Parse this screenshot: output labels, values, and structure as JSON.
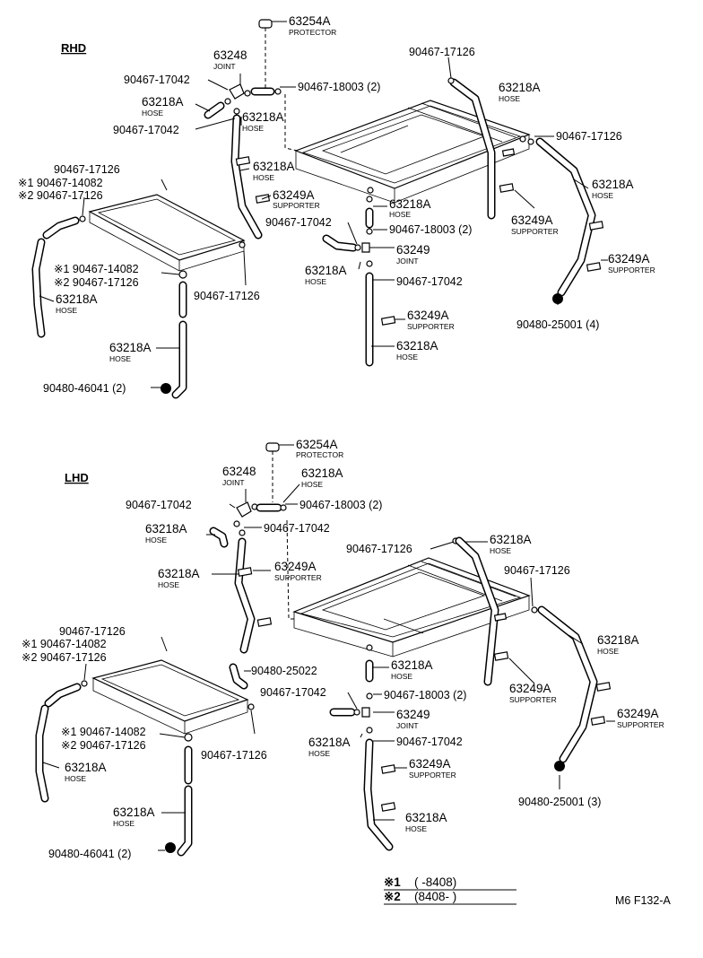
{
  "sections": {
    "rhd": "RHD",
    "lhd": "LHD"
  },
  "rhd_labels": [
    {
      "code": "63254A",
      "name": "PROTECTOR"
    },
    {
      "code": "63248",
      "name": "JOINT"
    },
    {
      "code": "90467-17042",
      "name": ""
    },
    {
      "code": "90467-18003 (2)",
      "name": ""
    },
    {
      "code": "63218A",
      "name": "HOSE"
    },
    {
      "code": "90467-17042",
      "name": ""
    },
    {
      "code": "63218A",
      "name": "HOSE"
    },
    {
      "code": "90467-17126",
      "name": ""
    },
    {
      "code": "63218A",
      "name": "HOSE"
    },
    {
      "code": "90467-17126",
      "name": ""
    },
    {
      "code": "90467-17126",
      "name": ""
    },
    {
      "code": "※1 90467-14082",
      "name": ""
    },
    {
      "code": "※2 90467-17126",
      "name": ""
    },
    {
      "code": "63218A",
      "name": "HOSE"
    },
    {
      "code": "63249A",
      "name": "SUPPORTER"
    },
    {
      "code": "63218A",
      "name": "HOSE"
    },
    {
      "code": "90467-17042",
      "name": ""
    },
    {
      "code": "90467-18003 (2)",
      "name": ""
    },
    {
      "code": "63249A",
      "name": "SUPPORTER"
    },
    {
      "code": "63249",
      "name": "JOINT"
    },
    {
      "code": "63218A",
      "name": "HOSE"
    },
    {
      "code": "63249A",
      "name": "SUPPORTER"
    },
    {
      "code": "※1 90467-14082",
      "name": ""
    },
    {
      "code": "※2 90467-17126",
      "name": ""
    },
    {
      "code": "90467-17126",
      "name": ""
    },
    {
      "code": "90467-17042",
      "name": ""
    },
    {
      "code": "63218A",
      "name": "HOSE"
    },
    {
      "code": "90480-25001 (4)",
      "name": ""
    },
    {
      "code": "63249A",
      "name": "SUPPORTER"
    },
    {
      "code": "63218A",
      "name": "HOSE"
    },
    {
      "code": "63218A",
      "name": "HOSE"
    },
    {
      "code": "90480-46041 (2)",
      "name": ""
    }
  ],
  "lhd_labels": [
    {
      "code": "63254A",
      "name": "PROTECTOR"
    },
    {
      "code": "63248",
      "name": "JOINT"
    },
    {
      "code": "63218A",
      "name": "HOSE"
    },
    {
      "code": "90467-17042",
      "name": ""
    },
    {
      "code": "90467-18003 (2)",
      "name": ""
    },
    {
      "code": "63218A",
      "name": "HOSE"
    },
    {
      "code": "90467-17042",
      "name": ""
    },
    {
      "code": "90467-17126",
      "name": ""
    },
    {
      "code": "63218A",
      "name": "HOSE"
    },
    {
      "code": "63218A",
      "name": "HOSE"
    },
    {
      "code": "63249A",
      "name": "SUPPORTER"
    },
    {
      "code": "90467-17126",
      "name": ""
    },
    {
      "code": "90467-17126",
      "name": ""
    },
    {
      "code": "※1 90467-14082",
      "name": ""
    },
    {
      "code": "※2 90467-17126",
      "name": ""
    },
    {
      "code": "90480-25022",
      "name": ""
    },
    {
      "code": "63218A",
      "name": "HOSE"
    },
    {
      "code": "90467-17042",
      "name": ""
    },
    {
      "code": "90467-18003 (2)",
      "name": ""
    },
    {
      "code": "63249A",
      "name": "SUPPORTER"
    },
    {
      "code": "63218A",
      "name": "HOSE"
    },
    {
      "code": "63249",
      "name": "JOINT"
    },
    {
      "code": "63249A",
      "name": "SUPPORTER"
    },
    {
      "code": "※1 90467-14082",
      "name": ""
    },
    {
      "code": "※2 90467-17126",
      "name": ""
    },
    {
      "code": "63218A",
      "name": "HOSE"
    },
    {
      "code": "90467-17126",
      "name": ""
    },
    {
      "code": "63218A",
      "name": "HOSE"
    },
    {
      "code": "90467-17042",
      "name": ""
    },
    {
      "code": "63249A",
      "name": "SUPPORTER"
    },
    {
      "code": "63218A",
      "name": "HOSE"
    },
    {
      "code": "90480-25001 (3)",
      "name": ""
    },
    {
      "code": "63218A",
      "name": "HOSE"
    },
    {
      "code": "63218A",
      "name": "HOSE"
    },
    {
      "code": "90480-46041 (2)",
      "name": ""
    }
  ],
  "footnotes": [
    {
      "mark": "※1",
      "range": "(      -8408)"
    },
    {
      "mark": "※2",
      "range": "(8408-      )"
    }
  ],
  "figure_code": "M6 F132-A"
}
